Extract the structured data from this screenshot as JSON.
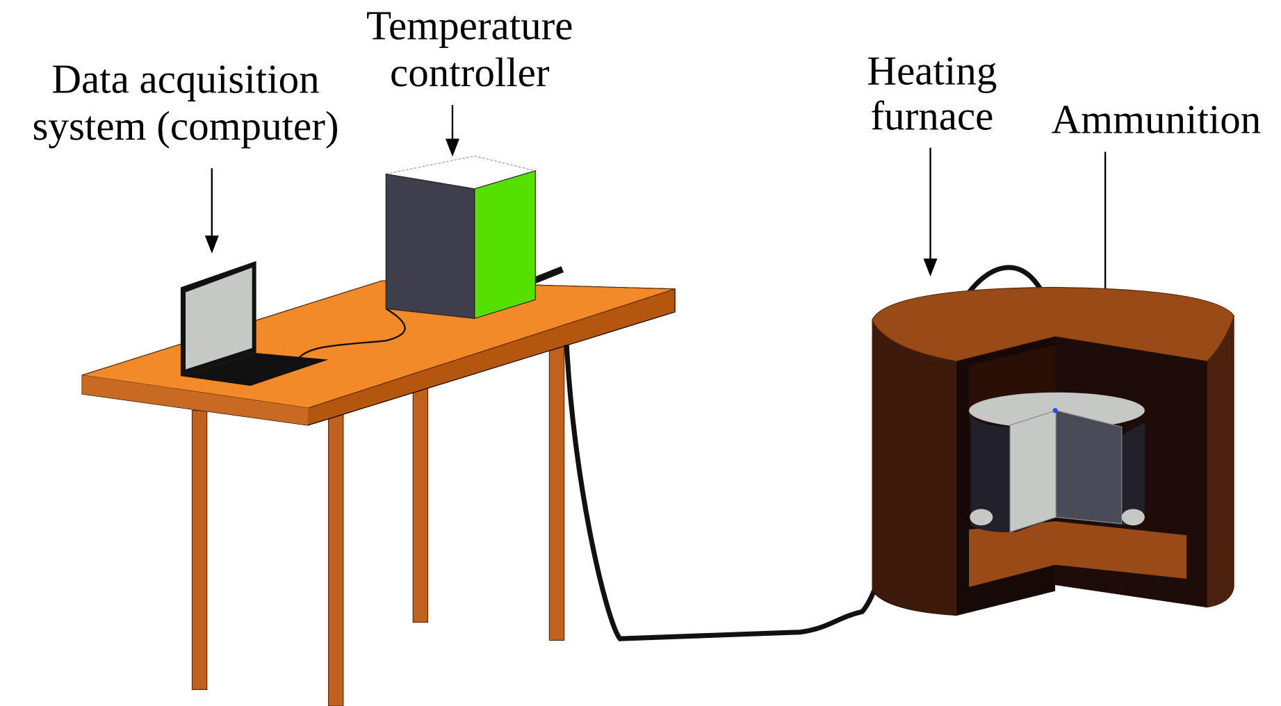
{
  "labels": {
    "computer_line1": "Data acquisition",
    "computer_line2": "system (computer)",
    "controller_line1": "Temperature",
    "controller_line2": "controller",
    "furnace_line1": "Heating",
    "furnace_line2": "furnace",
    "ammunition": "Ammunition"
  },
  "colors": {
    "table_top": "#f28a2a",
    "table_edge": "#b5560f",
    "controller_front": "#3f3e4c",
    "controller_side": "#55e000",
    "furnace_outer": "#3d1a0c",
    "furnace_top": "#9a4a17",
    "ammunition_light": "#c5c8c5",
    "ammunition_dark": "#4a4a58"
  }
}
